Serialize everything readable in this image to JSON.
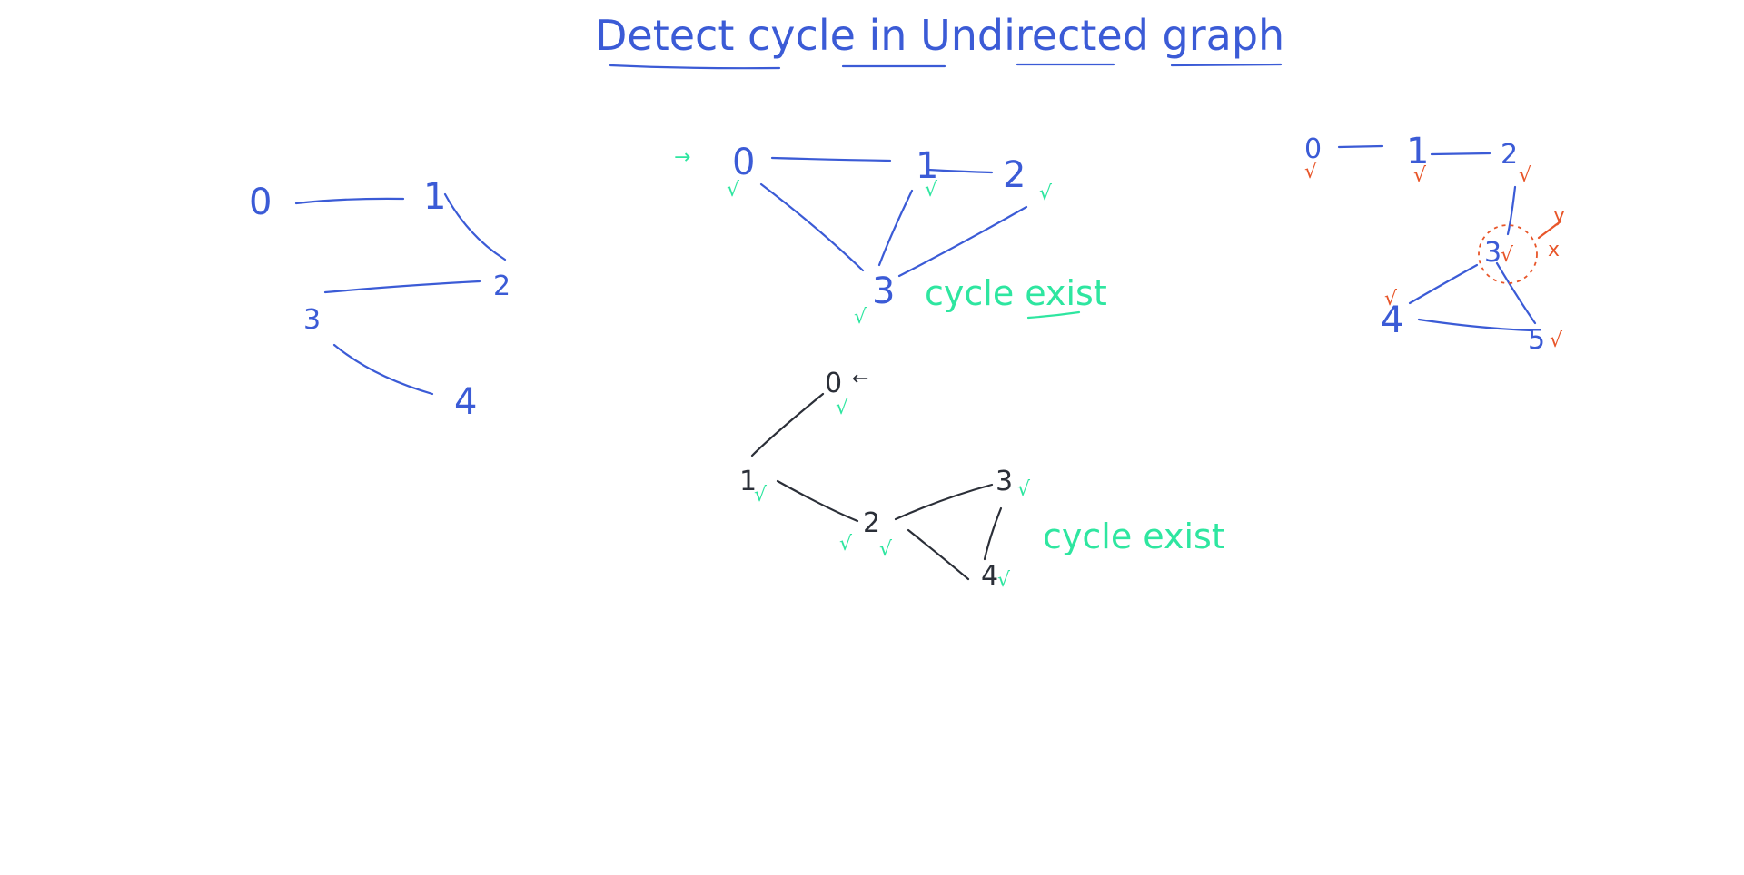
{
  "colors": {
    "blue": "#3b5bd6",
    "green": "#2ee6a0",
    "dark": "#2b2f38",
    "orange": "#e8562a"
  },
  "title": "Detect cycle in Undirected graph",
  "graphs": [
    {
      "id": "g1",
      "color": "#3b5bd6",
      "nodes": [
        {
          "id": "0",
          "label": "0"
        },
        {
          "id": "1",
          "label": "1"
        },
        {
          "id": "2",
          "label": "2"
        },
        {
          "id": "3",
          "label": "3"
        },
        {
          "id": "4",
          "label": "4"
        }
      ],
      "edges": [
        [
          "0",
          "1"
        ],
        [
          "1",
          "2"
        ],
        [
          "2",
          "3"
        ],
        [
          "3",
          "4"
        ]
      ]
    },
    {
      "id": "g2",
      "color": "#3b5bd6",
      "nodes": [
        {
          "id": "0",
          "label": "0"
        },
        {
          "id": "1",
          "label": "1"
        },
        {
          "id": "2",
          "label": "2"
        },
        {
          "id": "3",
          "label": "3"
        }
      ],
      "edges": [
        [
          "0",
          "1"
        ],
        [
          "1",
          "2"
        ],
        [
          "0",
          "3"
        ],
        [
          "1",
          "3"
        ],
        [
          "2",
          "3"
        ]
      ],
      "visited_marks": [
        "√",
        "√",
        "√",
        "√"
      ],
      "start_arrow": "→",
      "note": "cycle exist"
    },
    {
      "id": "g3",
      "color": "#2b2f38",
      "nodes": [
        {
          "id": "0",
          "label": "0"
        },
        {
          "id": "1",
          "label": "1"
        },
        {
          "id": "2",
          "label": "2"
        },
        {
          "id": "3",
          "label": "3"
        },
        {
          "id": "4",
          "label": "4"
        }
      ],
      "edges": [
        [
          "0",
          "1"
        ],
        [
          "1",
          "2"
        ],
        [
          "2",
          "3"
        ],
        [
          "2",
          "4"
        ],
        [
          "3",
          "4"
        ]
      ],
      "visited_marks": [
        "√",
        "√",
        "√",
        "√",
        "√",
        "√"
      ],
      "start_arrow": "←",
      "note": "cycle exist"
    },
    {
      "id": "g4",
      "color": "#3b5bd6",
      "nodes": [
        {
          "id": "0",
          "label": "0"
        },
        {
          "id": "1",
          "label": "1"
        },
        {
          "id": "2",
          "label": "2"
        },
        {
          "id": "3",
          "label": "3"
        },
        {
          "id": "4",
          "label": "4"
        },
        {
          "id": "5",
          "label": "5"
        }
      ],
      "edges": [
        [
          "0",
          "1"
        ],
        [
          "1",
          "2"
        ],
        [
          "2",
          "3"
        ],
        [
          "3",
          "4"
        ],
        [
          "3",
          "5"
        ],
        [
          "4",
          "5"
        ]
      ],
      "visited_marks": [
        "√",
        "√",
        "√",
        "√",
        "√",
        "√"
      ],
      "annotations": [
        "y",
        "x"
      ]
    }
  ]
}
